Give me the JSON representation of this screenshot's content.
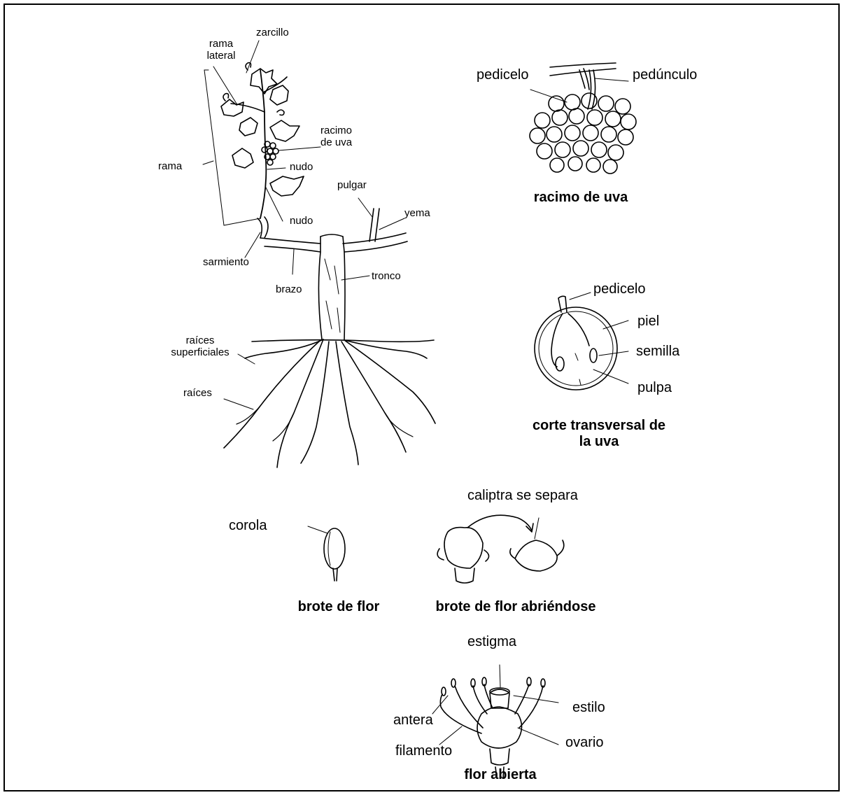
{
  "vine": {
    "zarcillo": "zarcillo",
    "rama_lateral_1": "rama",
    "rama_lateral_2": "lateral",
    "racimo_1": "racimo",
    "racimo_2": "de uva",
    "rama": "rama",
    "nudo_top": "nudo",
    "pulgar": "pulgar",
    "yema": "yema",
    "nudo_bottom": "nudo",
    "sarmiento": "sarmiento",
    "tronco": "tronco",
    "brazo": "brazo",
    "raices_sup_1": "raíces",
    "raices_sup_2": "superficiales",
    "raices": "raíces"
  },
  "cluster": {
    "pedicelo": "pedicelo",
    "pedunculo": "pedúnculo",
    "caption": "racimo de uva"
  },
  "section": {
    "pedicelo": "pedicelo",
    "piel": "piel",
    "semilla": "semilla",
    "pulpa": "pulpa",
    "caption_1": "corte transversal de",
    "caption_2": "la uva"
  },
  "bud": {
    "corola": "corola",
    "caption": "brote de flor"
  },
  "opening": {
    "caliptra": "caliptra se separa",
    "caption": "brote de flor abriéndose"
  },
  "flower": {
    "estigma": "estigma",
    "antera": "antera",
    "filamento": "filamento",
    "estilo": "estilo",
    "ovario": "ovario",
    "caption": "flor abierta"
  }
}
